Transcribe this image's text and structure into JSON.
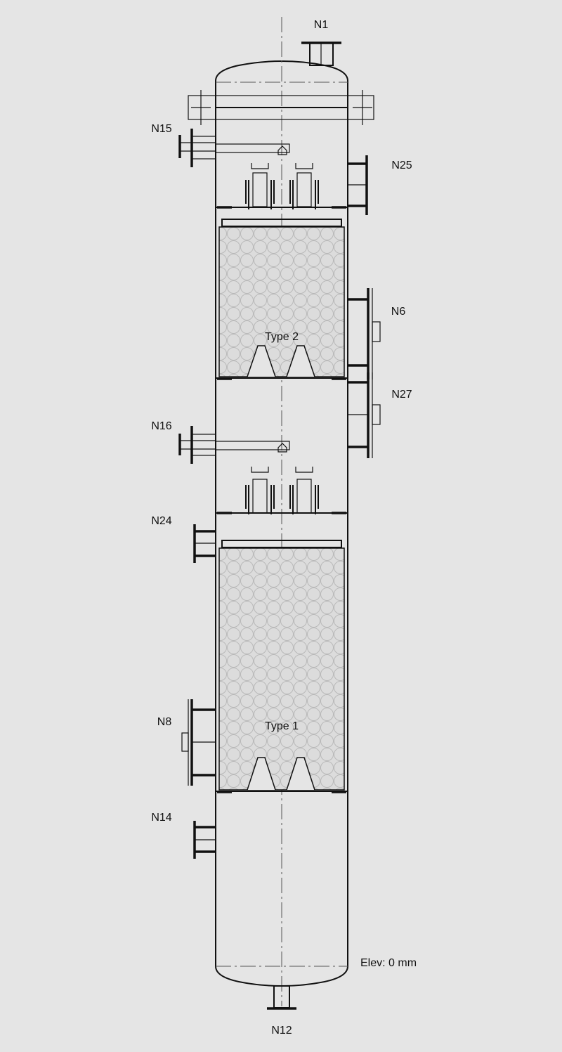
{
  "nozzles": {
    "n1": "N1",
    "n15": "N15",
    "n25": "N25",
    "n6": "N6",
    "n27": "N27",
    "n16": "N16",
    "n24": "N24",
    "n8": "N8",
    "n14": "N14",
    "n12": "N12"
  },
  "beds": {
    "upper_label": "Type 2",
    "lower_label": "Type 1"
  },
  "elevation_label": "Elev: 0 mm"
}
